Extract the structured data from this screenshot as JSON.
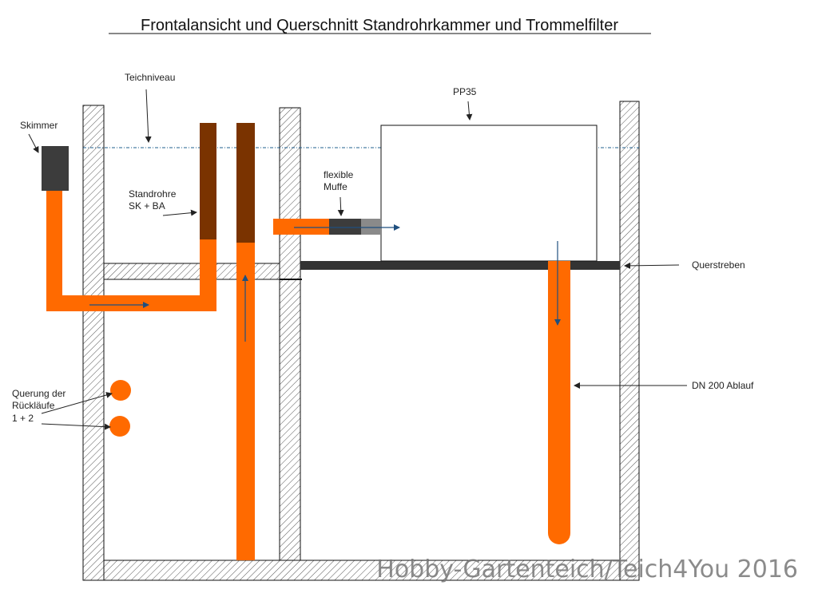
{
  "title": "Frontalansicht und Querschnitt Standrohrkammer und Trommelfilter",
  "labels": {
    "teichniveau": "Teichniveau",
    "skimmer": "Skimmer",
    "standrohre_line1": "Standrohre",
    "standrohre_line2": "SK + BA",
    "pp35": "PP35",
    "flex_line1": "flexible",
    "flex_line2": "Muffe",
    "querstreben": "Querstreben",
    "dn200": "DN 200 Ablauf",
    "querung_line1": "Querung der",
    "querung_line2": "Rückläufe",
    "querung_line3": "1 + 2"
  },
  "watermark": "Hobby-Gartenteich/Teich4You 2016",
  "colors": {
    "pipe": "#ff6a00",
    "standpipe": "#7a3300",
    "skimmer": "#3c3c3c",
    "strut": "#333333",
    "water_line": "#1f5f8f",
    "arrow": "#1f4f7f"
  }
}
